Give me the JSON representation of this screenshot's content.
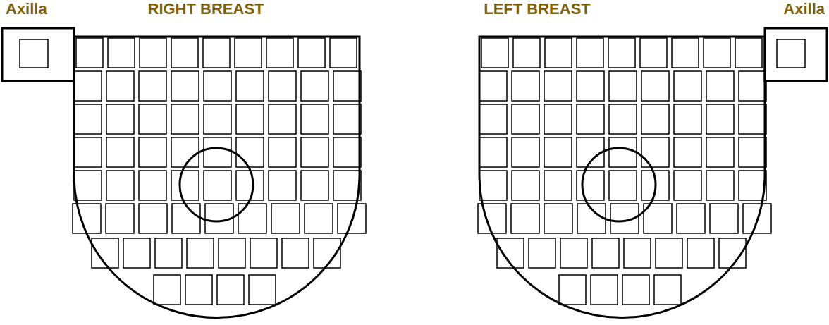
{
  "diagram": {
    "labels": [
      "Axilla",
      "RIGHT BREAST",
      "LEFT BREAST",
      "Axilla"
    ]
  }
}
